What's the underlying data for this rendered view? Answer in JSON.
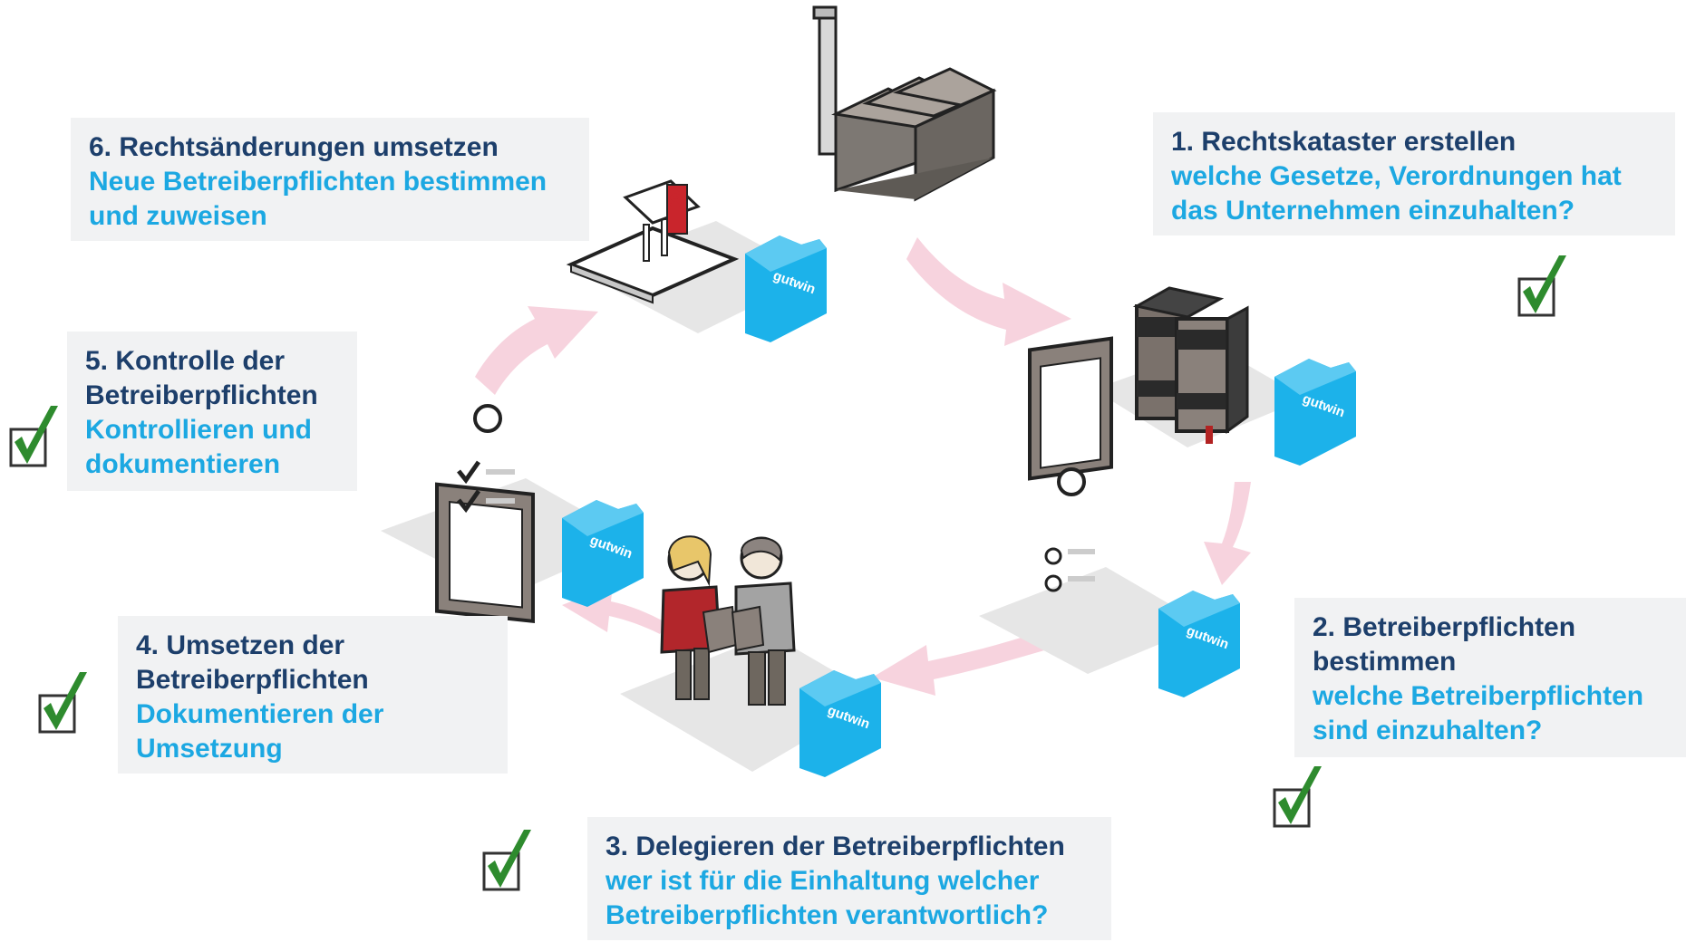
{
  "steps": [
    {
      "title": "1. Rechtskataster erstellen",
      "desc": "welche Gesetze, Verordnungen hat das Unternehmen einzuhalten?"
    },
    {
      "title": "2. Betreiberpflichten bestimmen",
      "desc": "welche Betreiberpflichten sind einzuhalten?"
    },
    {
      "title": "3. Delegieren der Betreiberpflichten",
      "desc": "wer ist für die Einhaltung welcher Betreiberpflichten verantwortlich?"
    },
    {
      "title": "4. Umsetzen der Betreiberpflichten",
      "desc": "Dokumentieren der Umsetzung"
    },
    {
      "title": "5. Kontrolle der Betreiberpflichten",
      "desc": "Kontrollieren und dokumentieren"
    },
    {
      "title": "6. Rechtsänderungen umsetzen",
      "desc": "Neue Betreiberpflichten bestimmen und zuweisen"
    }
  ],
  "folder_label": "gutwin",
  "paragraph_symbol": "§",
  "icons": {
    "factory": "factory-icon",
    "books": "law-books-icon",
    "clipboard_open": "clipboard-empty-icon",
    "people": "people-icon",
    "clipboard_checked": "clipboard-checked-icon",
    "binder": "binder-paragraph-icon",
    "folder": "gutwin-folder-icon",
    "check": "checkmark-icon"
  },
  "colors": {
    "title": "#1d3f6b",
    "desc": "#1ca8e2",
    "box_bg": "#f1f2f3",
    "check": "#2e8b2e",
    "arrow": "#f7d3de",
    "folder": "#1cb2ea",
    "shadow": "#e6e6e6"
  }
}
